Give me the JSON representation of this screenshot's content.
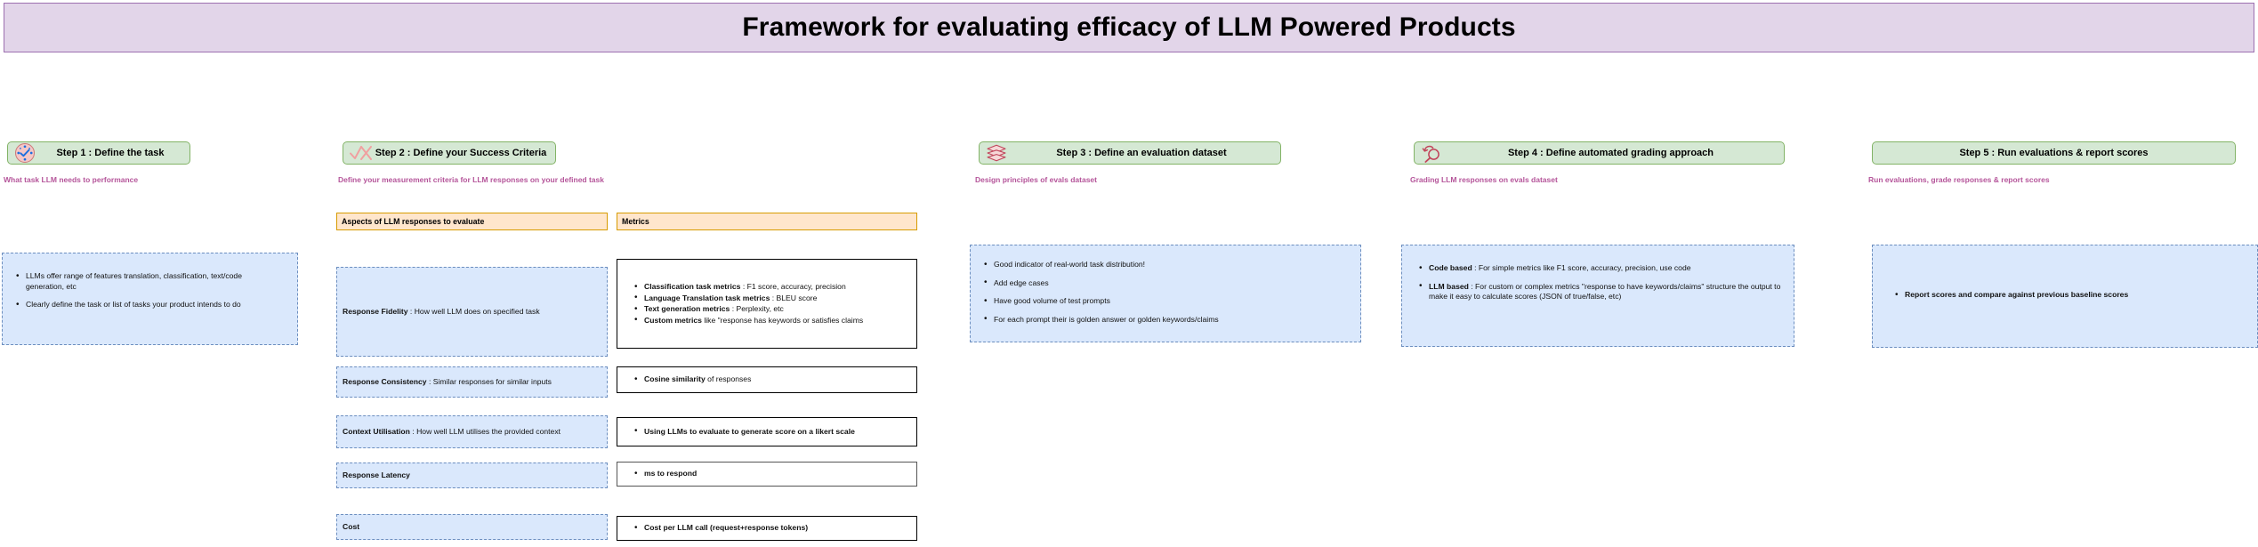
{
  "banner": {
    "title": "Framework for evaluating efficacy of LLM Powered Products",
    "bg_color": "#e2d5e9",
    "border_color": "#9d70b0"
  },
  "theme": {
    "step_header_bg": "#d5e8d4",
    "step_header_border": "#82b366",
    "subtitle_color": "#b5559a",
    "blue_box_bg": "#dae8fc",
    "blue_box_border": "#6c8ebf",
    "orange_header_bg": "#ffe6cc",
    "orange_header_border": "#d79b00"
  },
  "steps": [
    {
      "id": "step1",
      "icon": "task-target-check-icon",
      "title": "Step 1 : Define the task",
      "subtitle": "What task LLM needs to performance",
      "bullets": [
        "LLMs offer range of features translation, classification, text/code generation, etc",
        "Clearly define the task or list of tasks your product intends to do"
      ]
    },
    {
      "id": "step2",
      "icon": "check-cross-icon",
      "title": "Step 2 : Define your Success Criteria",
      "subtitle": "Define your measurement criteria for LLM responses on your defined task",
      "table": {
        "headers": {
          "aspects": "Aspects of LLM responses to evaluate",
          "metrics": "Metrics"
        },
        "rows": [
          {
            "aspect_bold": "Response Fidelity",
            "aspect_rest": " : How well LLM does on specified task",
            "metrics": [
              {
                "bold": "Classification task metrics",
                "rest": " : F1 score, accuracy, precision"
              },
              {
                "bold": "Language Translation task metrics",
                "rest": " : BLEU score"
              },
              {
                "bold": "Text generation metrics",
                "rest": " : Perplexity, etc"
              },
              {
                "bold": "Custom metrics",
                "rest": " like \"response has keywords or satisfies claims"
              }
            ]
          },
          {
            "aspect_bold": "Response Consistency",
            "aspect_rest": " : Similar responses for similar inputs",
            "metrics": [
              {
                "bold": "Cosine similarity",
                "rest": " of responses"
              }
            ]
          },
          {
            "aspect_bold": "Context Utilisation",
            "aspect_rest": " : How well LLM utilises the provided context",
            "metrics": [
              {
                "bold": "Using LLMs to evaluate to generate score on a likert scale",
                "rest": ""
              }
            ]
          },
          {
            "aspect_bold": "Response Latency",
            "aspect_rest": "",
            "metrics": [
              {
                "bold": "ms to respond",
                "rest": ""
              }
            ]
          },
          {
            "aspect_bold": "Cost",
            "aspect_rest": "",
            "metrics": [
              {
                "bold": "Cost per LLM call (request+response tokens)",
                "rest": ""
              }
            ]
          }
        ]
      }
    },
    {
      "id": "step3",
      "icon": "layers-stack-icon",
      "title": "Step 3 : Define an evaluation dataset",
      "subtitle": "Design principles of evals dataset",
      "bullets": [
        "Good indicator of real-world task distribution!",
        "Add edge cases",
        "Have good volume of test prompts",
        "For each prompt their is golden answer or golden keywords/claims"
      ]
    },
    {
      "id": "step4",
      "icon": "magnifier-refresh-icon",
      "title": "Step 4 : Define automated grading approach",
      "subtitle": "Grading LLM responses on evals dataset",
      "bullets": [
        {
          "bold": "Code based",
          "rest": " : For simple metrics like F1 score, accuracy, precision, use code"
        },
        {
          "bold": "LLM based",
          "rest": " : For custom or complex metrics \"response to have keywords/claims\" structure the output to make it easy to calculate scores (JSON of true/false, etc)"
        }
      ]
    },
    {
      "id": "step5",
      "icon": "",
      "title": "Step 5 : Run evaluations & report scores",
      "subtitle": "Run evaluations, grade responses & report scores",
      "bullets": [
        {
          "bold": "Report scores and compare against previous baseline scores",
          "rest": ""
        }
      ]
    }
  ]
}
